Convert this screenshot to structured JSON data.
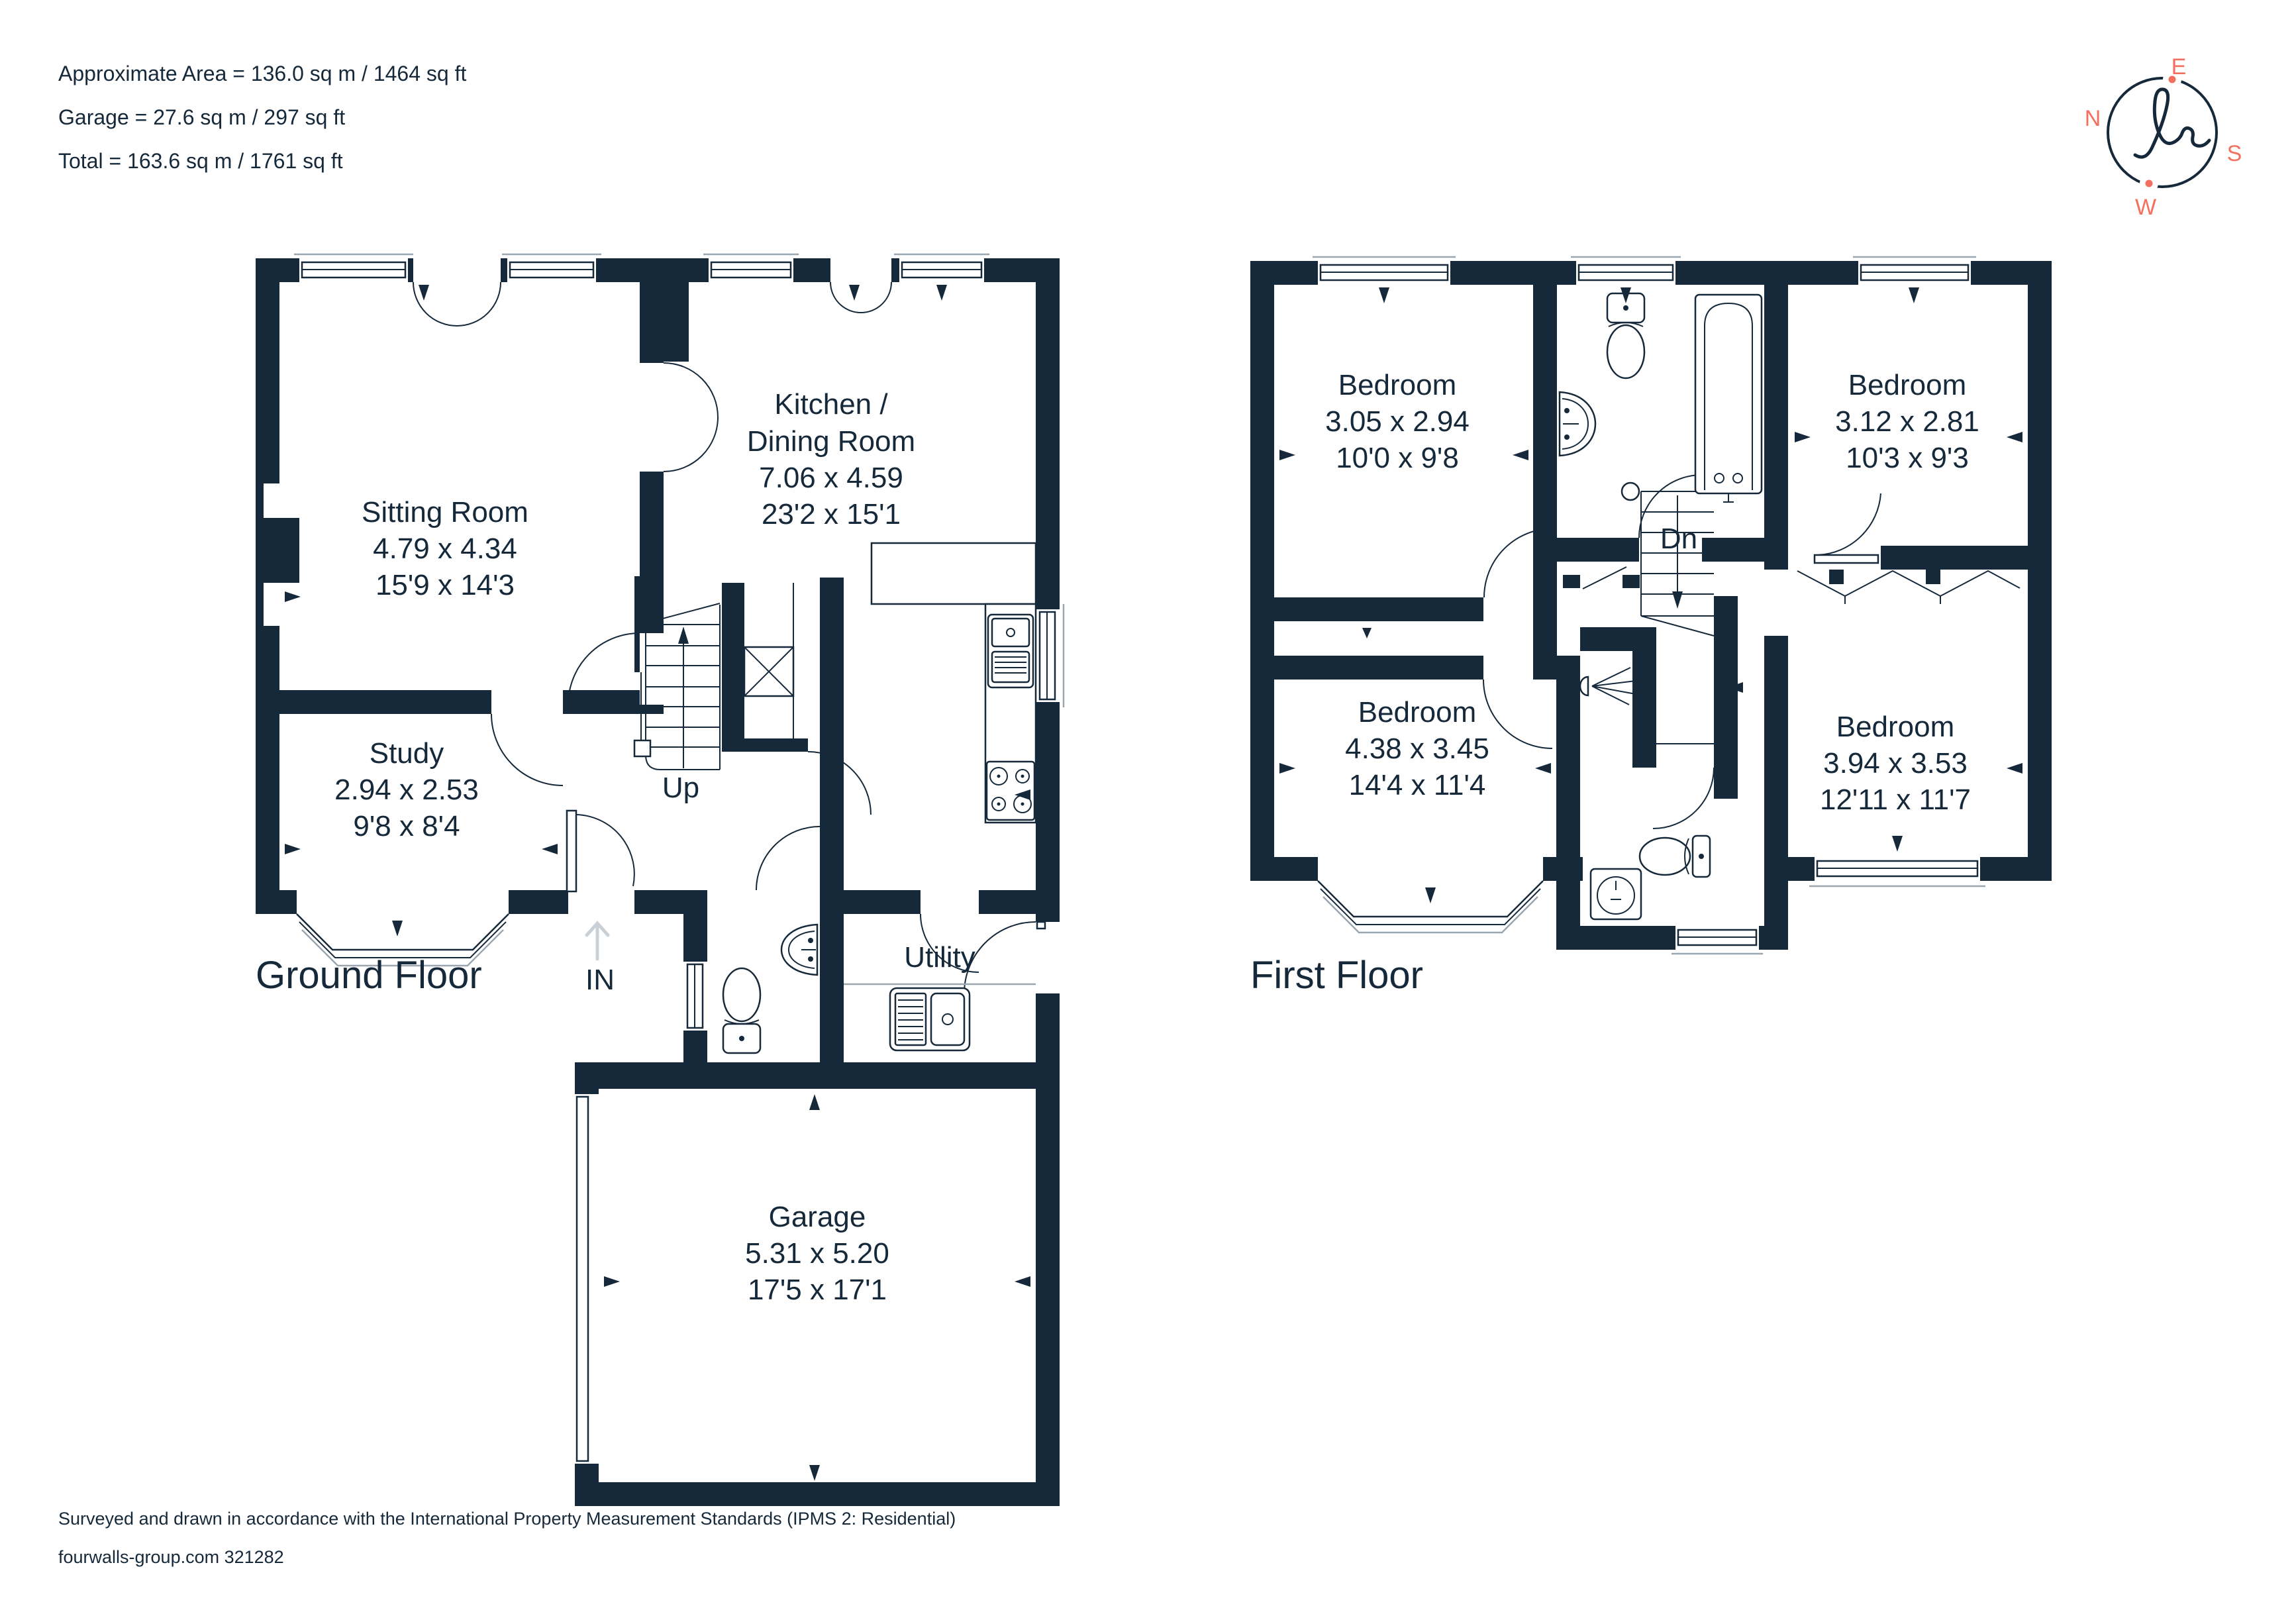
{
  "header": {
    "approximate_area": "Approximate Area = 136.0 sq m / 1464 sq ft",
    "garage_area": "Garage = 27.6 sq m / 297 sq ft",
    "total_area": "Total = 163.6 sq m / 1761 sq ft"
  },
  "compass": {
    "north": "N",
    "east": "E",
    "south": "S",
    "west": "W"
  },
  "ground_floor": {
    "title": "Ground Floor",
    "stairs_label": "Up",
    "entrance_label": "IN",
    "rooms": {
      "sitting_room": {
        "name": "Sitting Room",
        "size_metric": "4.79 x 4.34",
        "size_imperial": "15'9 x 14'3"
      },
      "kitchen_dining": {
        "name_line_1": "Kitchen /",
        "name_line_2": "Dining Room",
        "size_metric": "7.06 x 4.59",
        "size_imperial": "23'2 x 15'1"
      },
      "study": {
        "name": "Study",
        "size_metric": "2.94 x 2.53",
        "size_imperial": "9'8 x 8'4"
      },
      "utility": {
        "name": "Utility"
      },
      "garage": {
        "name": "Garage",
        "size_metric": "5.31 x 5.20",
        "size_imperial": "17'5 x 17'1"
      }
    }
  },
  "first_floor": {
    "title": "First Floor",
    "stairs_label": "Dn",
    "rooms": {
      "bedroom_top_left": {
        "name": "Bedroom",
        "size_metric": "3.05 x 2.94",
        "size_imperial": "10'0 x 9'8"
      },
      "bedroom_top_right": {
        "name": "Bedroom",
        "size_metric": "3.12 x 2.81",
        "size_imperial": "10'3 x 9'3"
      },
      "bedroom_bottom_left": {
        "name": "Bedroom",
        "size_metric": "4.38 x 3.45",
        "size_imperial": "14'4 x 11'4"
      },
      "bedroom_bottom_right": {
        "name": "Bedroom",
        "size_metric": "3.94 x 3.53",
        "size_imperial": "12'11 x 11'7"
      }
    }
  },
  "footer": {
    "standards_note": "Surveyed and drawn in accordance with the International Property Measurement Standards (IPMS 2: Residential)",
    "brand_reference": "fourwalls-group.com 321282"
  },
  "colors": {
    "wall": "#16293a",
    "accent": "#f4705e",
    "light_line": "#9aa7b1",
    "faint_arrow": "#c9d0d6"
  }
}
